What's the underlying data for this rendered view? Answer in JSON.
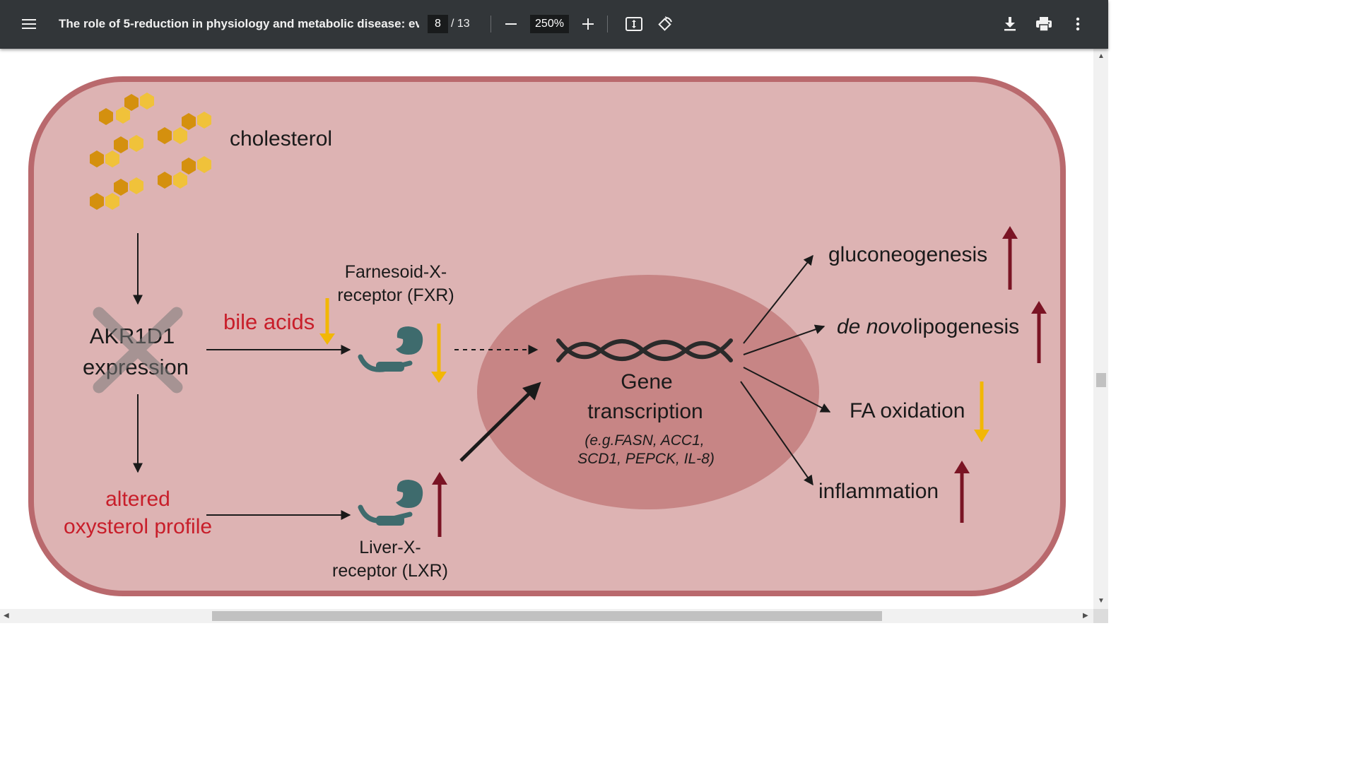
{
  "viewer": {
    "title": "The role of 5-reduction in physiology and metabolic disease: evi...",
    "current_page": "8",
    "page_total": "/ 13",
    "zoom": "250%"
  },
  "icons": {
    "menu": "hamburger-menu-icon",
    "zoom_out": "minus-icon",
    "zoom_in": "plus-icon",
    "fit": "fit-to-page-icon",
    "rotate": "rotate-icon",
    "download": "download-icon",
    "print": "print-icon",
    "more": "more-vertical-icon"
  },
  "figure": {
    "cholesterol": "cholesterol",
    "akr1d1_line1": "AKR1D1",
    "akr1d1_line2": "expression",
    "bile_acids": "bile acids",
    "fxr_line1": "Farnesoid-X-",
    "fxr_line2": "receptor (FXR)",
    "altered_line1": "altered",
    "altered_line2": "oxysterol profile",
    "lxr_line1": "Liver-X-",
    "lxr_line2": "receptor (LXR)",
    "gene_line1": "Gene",
    "gene_line2": "transcription",
    "examples_line1": "(e.g.FASN, ACC1,",
    "examples_line2": "SCD1, PEPCK, IL-8)",
    "gluconeogenesis": "gluconeogenesis",
    "de_novo": "de novo",
    "lipogenesis": "lipogenesis",
    "fa_oxidation": "FA oxidation",
    "inflammation": "inflammation"
  },
  "colors": {
    "cell_fill": "#ddb3b3",
    "cell_border": "#b9696d",
    "nucleus": "#c78585",
    "red_text": "#c81e2a",
    "up_arrow": "#7a1424",
    "down_arrow": "#f2b705",
    "receptor": "#3e6b6d"
  }
}
